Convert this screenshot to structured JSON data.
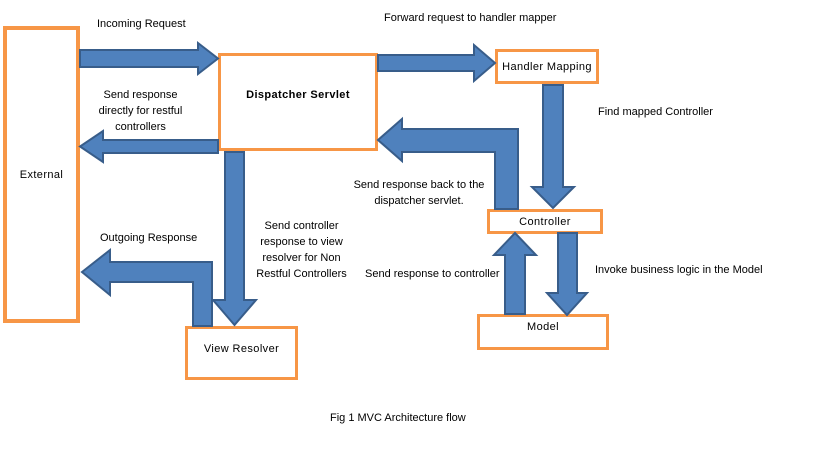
{
  "title": "MVC Architecture flow diagram",
  "caption": "Fig 1 MVC Architecture flow",
  "colors": {
    "arrow_fill": "#4F81BD",
    "arrow_stroke": "#385D8A",
    "box_border": "#F79646",
    "text": "#000000",
    "background": "#FFFFFF"
  },
  "nodes": {
    "external": {
      "label": "External"
    },
    "dispatcher": {
      "label": "Dispatcher Servlet"
    },
    "handler": {
      "label": "Handler Mapping"
    },
    "controller": {
      "label": "Controller"
    },
    "model": {
      "label": "Model"
    },
    "view_resolver": {
      "label": "View Resolver"
    }
  },
  "labels": {
    "incoming_request": "Incoming Request",
    "forward_request": "Forward request to handler mapper",
    "send_response_directly": "Send response directly for restful controllers",
    "find_mapped_controller": "Find mapped Controller",
    "send_response_back": "Send response back to the dispatcher servlet.",
    "outgoing_response": "Outgoing Response",
    "send_controller_response": "Send controller response to view resolver for Non Restful Controllers",
    "send_response_to_controller": "Send response to controller",
    "invoke_business_logic": "Invoke business logic in the Model"
  },
  "arrows": [
    {
      "name": "external-to-dispatcher",
      "meaning": "Incoming Request"
    },
    {
      "name": "dispatcher-to-handler-mapping",
      "meaning": "Forward request to handler mapper"
    },
    {
      "name": "handler-mapping-to-controller",
      "meaning": "Find mapped Controller"
    },
    {
      "name": "controller-to-dispatcher",
      "meaning": "Send response back to the dispatcher servlet."
    },
    {
      "name": "dispatcher-to-external",
      "meaning": "Send response directly for restful controllers"
    },
    {
      "name": "dispatcher-to-view-resolver",
      "meaning": "Send controller response to view resolver for Non Restful Controllers"
    },
    {
      "name": "view-resolver-to-external",
      "meaning": "Outgoing Response"
    },
    {
      "name": "controller-to-model",
      "meaning": "Invoke business logic in the Model"
    },
    {
      "name": "model-to-controller",
      "meaning": "Send response to controller"
    }
  ]
}
